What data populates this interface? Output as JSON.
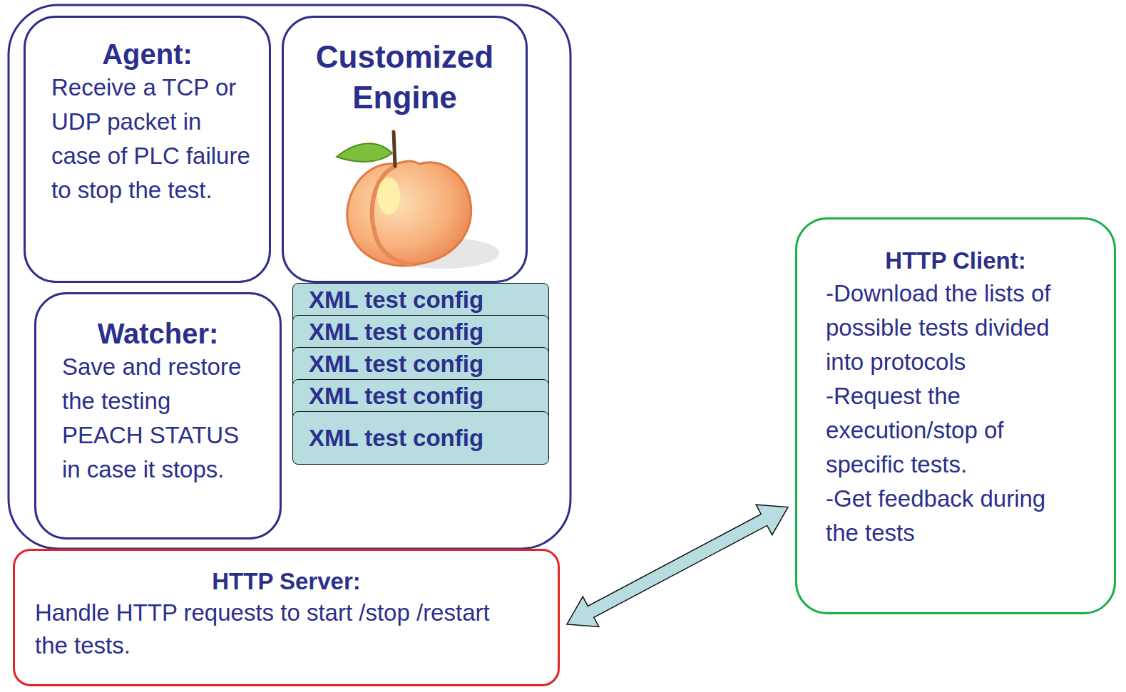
{
  "diagram": {
    "nodes": [
      {
        "text": [
          "Agent:",
          "Receive a TCP or UDP packet in case of PLC failure to stop the test."
        ]
      },
      {
        "text": [
          "Customized Engine"
        ]
      },
      {
        "text": [
          "Watcher:",
          "Save and restore the testing PEACH STATUS in case it stops."
        ]
      },
      {
        "text": [
          "XML test config"
        ]
      },
      {
        "text": [
          "XML test config"
        ]
      },
      {
        "text": [
          "XML test config"
        ]
      },
      {
        "text": [
          "XML test config"
        ]
      },
      {
        "text": [
          "XML test config"
        ]
      },
      {
        "text": [
          "HTTP Server:",
          "Handle HTTP requests to start /stop /restart the tests."
        ]
      },
      {
        "text": [
          "HTTP Client:",
          "-Download the lists of possible tests divided into protocols",
          "-Request the execution/stop of specific tests.",
          "-Get feedback during the tests"
        ]
      }
    ],
    "edges": [
      {
        "from": 8,
        "to": 9,
        "arrow": "both"
      }
    ]
  }
}
